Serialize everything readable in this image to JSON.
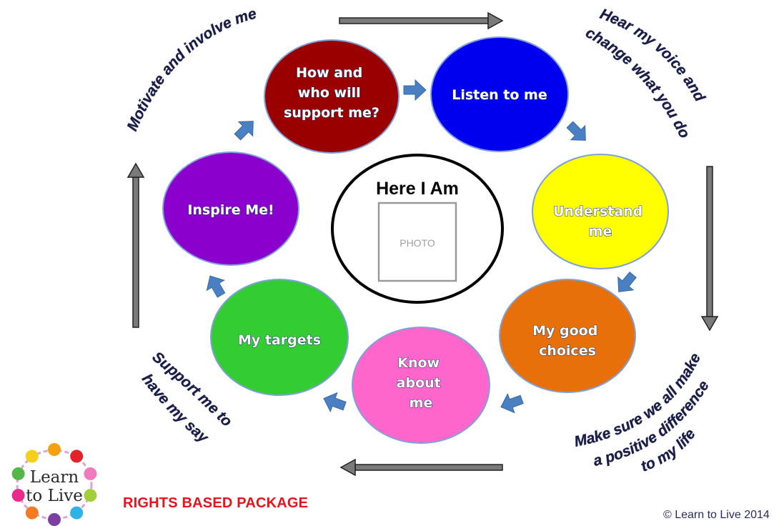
{
  "diagram": {
    "nodes": [
      {
        "id": "how-who",
        "lines": [
          "How and",
          "who will",
          "support me?"
        ],
        "color": "#9b0000"
      },
      {
        "id": "listen",
        "lines": [
          "Listen to me"
        ],
        "color": "#0000ee"
      },
      {
        "id": "understand",
        "lines": [
          "Understand",
          "me"
        ],
        "color": "#ffff00"
      },
      {
        "id": "good-choices",
        "lines": [
          "My good",
          "choices"
        ],
        "color": "#e8700a"
      },
      {
        "id": "know-about",
        "lines": [
          "Know",
          "about",
          "me"
        ],
        "color": "#ff66cc"
      },
      {
        "id": "targets",
        "lines": [
          "My targets"
        ],
        "color": "#33cc33"
      },
      {
        "id": "inspire",
        "lines": [
          "Inspire Me!"
        ],
        "color": "#8b00cc"
      }
    ],
    "center": {
      "title": "Here I Am",
      "photo_label": "PHOTO"
    },
    "outer_texts": {
      "top_left": "Motivate and involve me",
      "top_right_1": "Hear my voice and",
      "top_right_2": "change what you do!",
      "bottom_right_1": "Make sure we all make",
      "bottom_right_2": "a positive difference",
      "bottom_right_3": "to my life",
      "bottom_left_1": "Support me to",
      "bottom_left_2": "have my say"
    }
  },
  "footer": {
    "package_title": "RIGHTS BASED PACKAGE",
    "copyright": "© Learn to Live 2014",
    "logo_line1": "Learn",
    "logo_line2": "to Live"
  }
}
